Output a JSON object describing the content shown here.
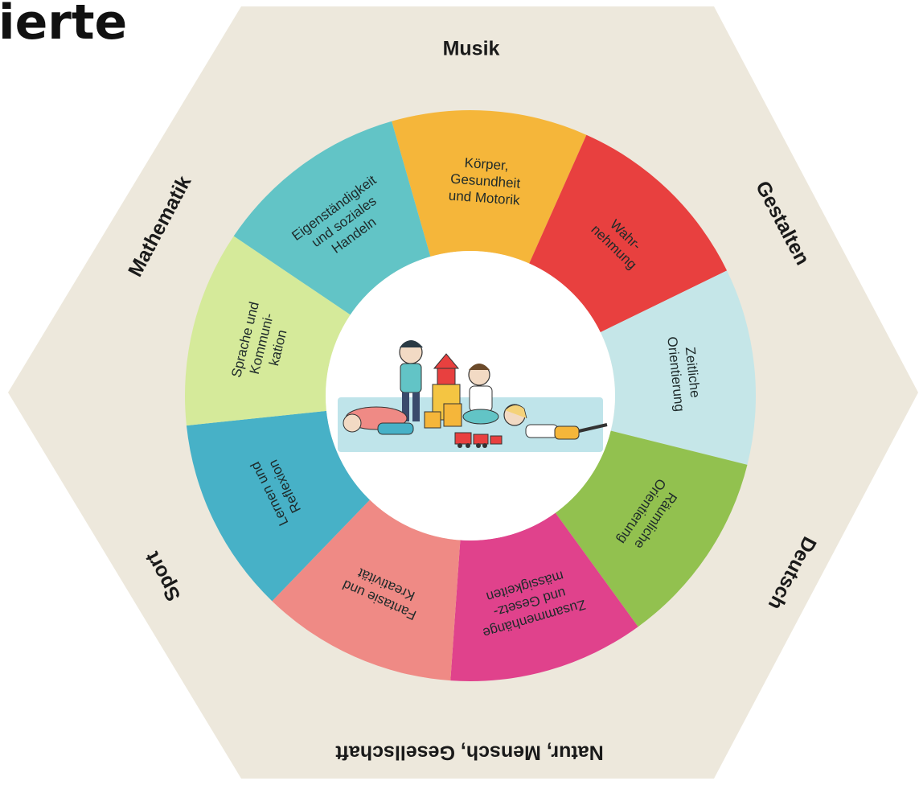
{
  "title": "ierte",
  "diagram": {
    "center_image": "children-playing-with-blocks-illustration",
    "segments": [
      {
        "id": "koerper",
        "lines": [
          "Körper,",
          "Gesundheit",
          "und Motorik"
        ],
        "color": "#f5b63a"
      },
      {
        "id": "wahrnehmung",
        "lines": [
          "Wahr-",
          "nehmung"
        ],
        "color": "#e8403f"
      },
      {
        "id": "zeitliche",
        "lines": [
          "Zeitliche",
          "Orientierung"
        ],
        "color": "#c5e6e8"
      },
      {
        "id": "raeumliche",
        "lines": [
          "Räumliche",
          "Orientierung"
        ],
        "color": "#92c14f"
      },
      {
        "id": "zusammenhaenge",
        "lines": [
          "Zusammenhänge",
          "und Gesetz-",
          "mässigkeiten"
        ],
        "color": "#e0428c"
      },
      {
        "id": "fantasie",
        "lines": [
          "Fantasie und",
          "Kreativität"
        ],
        "color": "#ef8a85"
      },
      {
        "id": "lernen",
        "lines": [
          "Lernen und",
          "Reflexion"
        ],
        "color": "#47b1c7"
      },
      {
        "id": "sprache",
        "lines": [
          "Sprache und",
          "Kommuni-",
          "kation"
        ],
        "color": "#d5ea9a"
      },
      {
        "id": "eigen",
        "lines": [
          "Eigenständigkeit",
          "und soziales",
          "Handeln"
        ],
        "color": "#62c4c6"
      }
    ],
    "subjects": [
      {
        "id": "musik",
        "label": "Musik"
      },
      {
        "id": "gestalten",
        "label": "Gestalten"
      },
      {
        "id": "deutsch",
        "label": "Deutsch"
      },
      {
        "id": "nmg",
        "label": "Natur, Mensch, Gesellschaft"
      },
      {
        "id": "sport",
        "label": "Sport"
      },
      {
        "id": "mathematik",
        "label": "Mathematik"
      }
    ],
    "hexagon_color": "#ede8dc"
  }
}
